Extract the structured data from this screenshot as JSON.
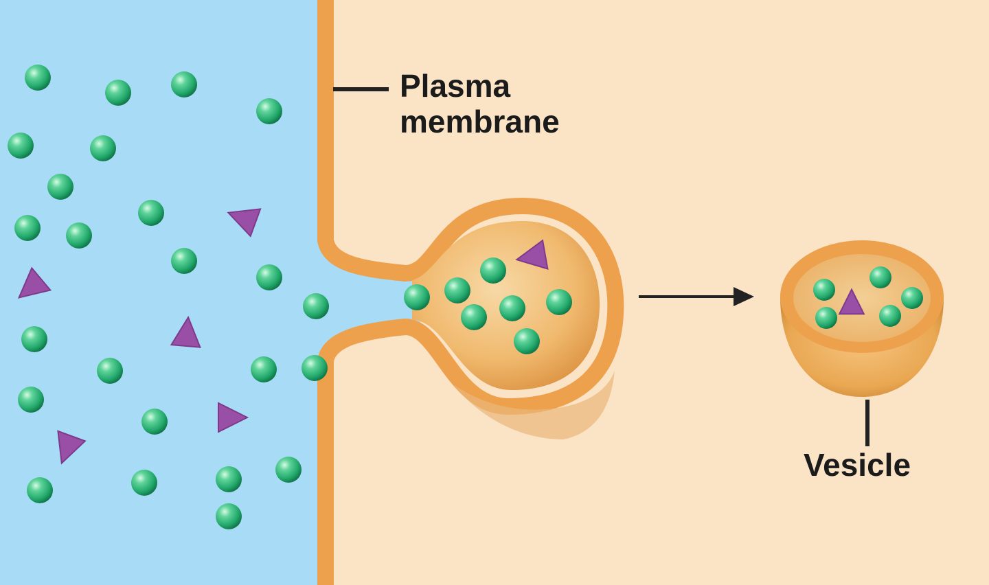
{
  "labels": {
    "plasma_membrane": [
      "Plasma",
      "membrane"
    ],
    "vesicle": "Vesicle"
  },
  "colors": {
    "extracellular": "#a8dcf6",
    "cytoplasm": "#fbe3c6",
    "membrane": "#eda14c",
    "particle": "#22a86b",
    "protein": "#9a4fa6",
    "leader_line": "#222222"
  },
  "icons": {
    "particle": "green-sphere",
    "protein": "purple-triangle",
    "process_arrow": "right-arrow"
  }
}
